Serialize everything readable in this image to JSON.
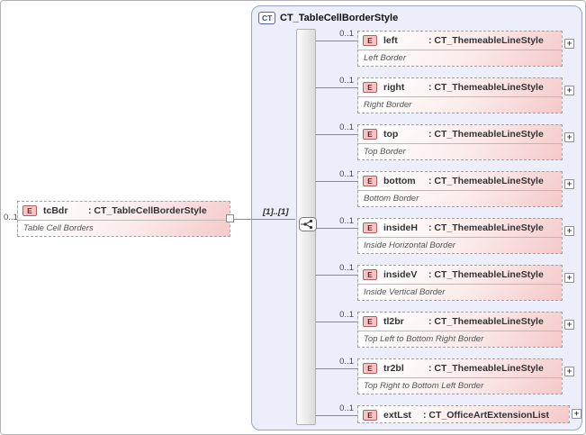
{
  "diagram": {
    "root": {
      "cardinality": "0..1",
      "badge": "E",
      "name": "tcBdr",
      "type": ": CT_TableCellBorderStyle",
      "annotation": "Table Cell Borders"
    },
    "occurrence_label": "[1]..[1]",
    "container": {
      "badge": "CT",
      "title": "CT_TableCellBorderStyle"
    },
    "children": [
      {
        "cardinality": "0..1",
        "badge": "E",
        "name": "left",
        "type": ": CT_ThemeableLineStyle",
        "annotation": "Left Border"
      },
      {
        "cardinality": "0..1",
        "badge": "E",
        "name": "right",
        "type": ": CT_ThemeableLineStyle",
        "annotation": "Right Border"
      },
      {
        "cardinality": "0..1",
        "badge": "E",
        "name": "top",
        "type": ": CT_ThemeableLineStyle",
        "annotation": "Top Border"
      },
      {
        "cardinality": "0..1",
        "badge": "E",
        "name": "bottom",
        "type": ": CT_ThemeableLineStyle",
        "annotation": "Bottom Border"
      },
      {
        "cardinality": "0..1",
        "badge": "E",
        "name": "insideH",
        "type": ": CT_ThemeableLineStyle",
        "annotation": "Inside Horizontal Border"
      },
      {
        "cardinality": "0..1",
        "badge": "E",
        "name": "insideV",
        "type": ": CT_ThemeableLineStyle",
        "annotation": "Inside Vertical Border"
      },
      {
        "cardinality": "0..1",
        "badge": "E",
        "name": "tl2br",
        "type": ": CT_ThemeableLineStyle",
        "annotation": "Top Left to Bottom Right Border"
      },
      {
        "cardinality": "0..1",
        "badge": "E",
        "name": "tr2bl",
        "type": ": CT_ThemeableLineStyle",
        "annotation": "Top Right to Bottom Left Border"
      },
      {
        "cardinality": "0..1",
        "badge": "E",
        "name": "extLst",
        "type": ": CT_OfficeArtExtensionList",
        "annotation": null
      }
    ],
    "ui": {
      "expand_glyph": "+"
    },
    "colors": {
      "container_bg": "#eceefb",
      "container_border": "#9aa2c8",
      "element_pink": "#f5c9c9",
      "element_border_dashed": "#a3a3a3",
      "badge_e_bg": "#f6c6c6",
      "badge_e_border": "#b06060",
      "badge_e_text": "#7c1f1f",
      "badge_ct_border": "#5a66ab",
      "badge_ct_text": "#3947a0",
      "connector": "#8a8a8a"
    }
  }
}
